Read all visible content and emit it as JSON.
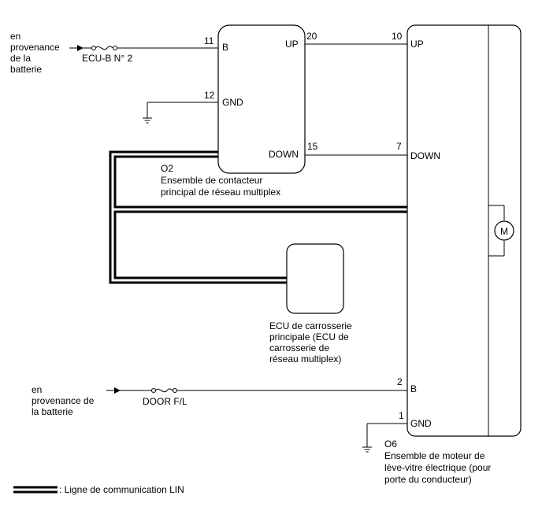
{
  "sources": {
    "top_lines": [
      "en",
      "provenance",
      "de la",
      "batterie"
    ],
    "bottom_lines": [
      "en",
      "provenance de",
      "la batterie"
    ]
  },
  "fuses": {
    "top": "ECU-B N° 2",
    "bottom": "DOOR F/L"
  },
  "switch": {
    "id": "O2",
    "name_lines": [
      "Ensemble de contacteur",
      "principal de réseau multiplex"
    ],
    "pins": {
      "b": {
        "num": "11",
        "label": "B"
      },
      "gnd": {
        "num": "12",
        "label": "GND"
      },
      "up": {
        "num": "20",
        "label": "UP"
      },
      "down": {
        "num": "15",
        "label": "DOWN"
      }
    }
  },
  "motor": {
    "id": "O6",
    "name_lines": [
      "Ensemble de moteur de",
      "lève-vitre électrique (pour",
      "porte du conducteur)"
    ],
    "symbol": "M",
    "pins": {
      "up": {
        "num": "10",
        "label": "UP"
      },
      "down": {
        "num": "7",
        "label": "DOWN"
      },
      "b": {
        "num": "2",
        "label": "B"
      },
      "gnd": {
        "num": "1",
        "label": "GND"
      }
    }
  },
  "body_ecu": {
    "name_lines": [
      "ECU de carrosserie",
      "principale (ECU de",
      "carrosserie de",
      "réseau multiplex)"
    ]
  },
  "legend": {
    "text": ": Ligne de communication LIN"
  }
}
